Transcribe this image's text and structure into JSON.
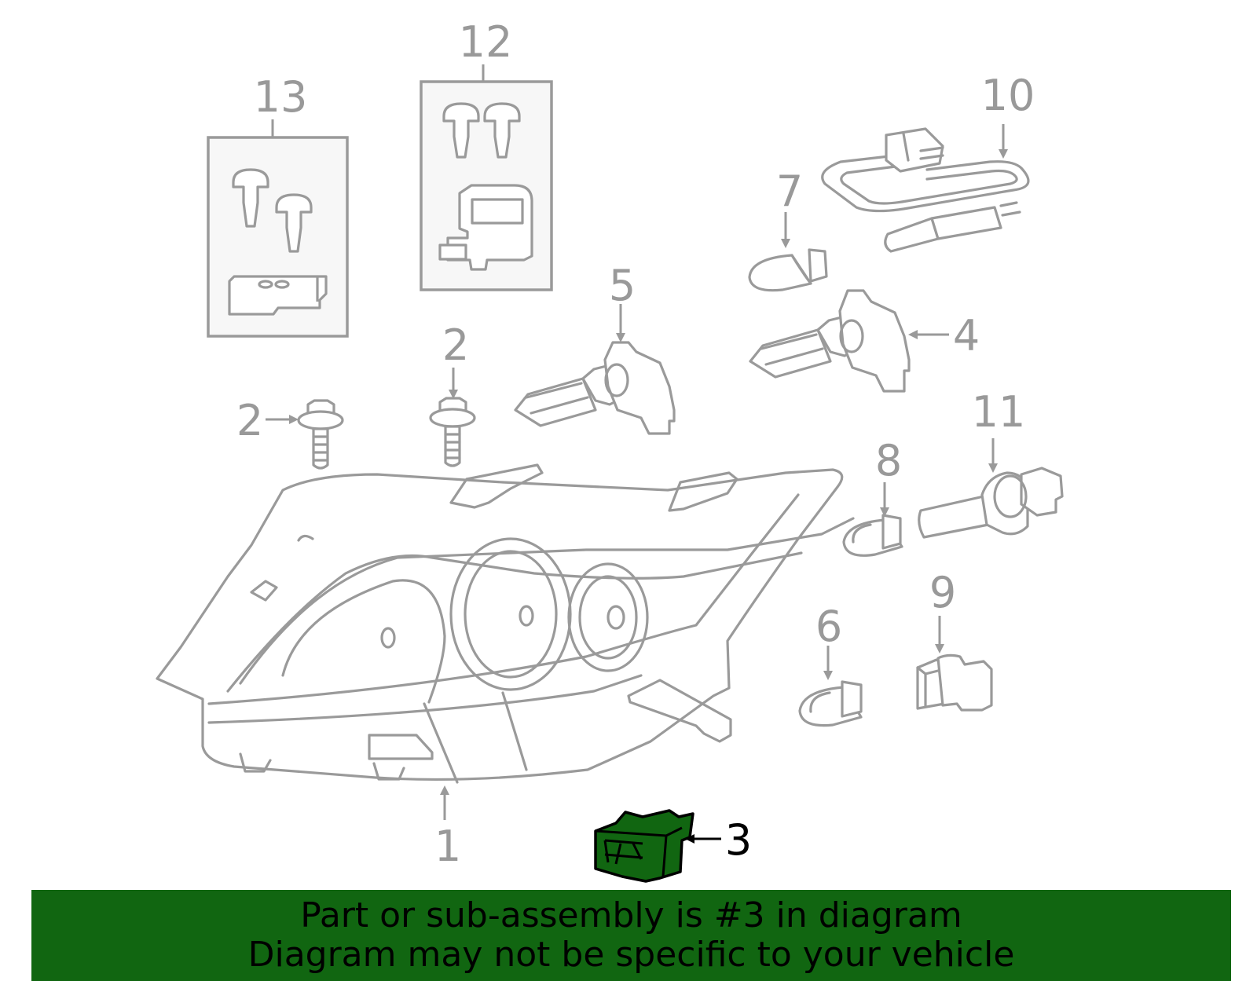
{
  "labels": {
    "l1": "1",
    "l2a": "2",
    "l2b": "2",
    "l3": "3",
    "l4": "4",
    "l5": "5",
    "l6": "6",
    "l7": "7",
    "l8": "8",
    "l9": "9",
    "l10": "10",
    "l11": "11",
    "l12": "12",
    "l13": "13"
  },
  "highlight": {
    "part_number": "3",
    "color": "#116611"
  },
  "banner": {
    "line1": "Part or sub-assembly is #3 in diagram",
    "line2": "Diagram may not be specific to your vehicle",
    "background": "#116611"
  }
}
